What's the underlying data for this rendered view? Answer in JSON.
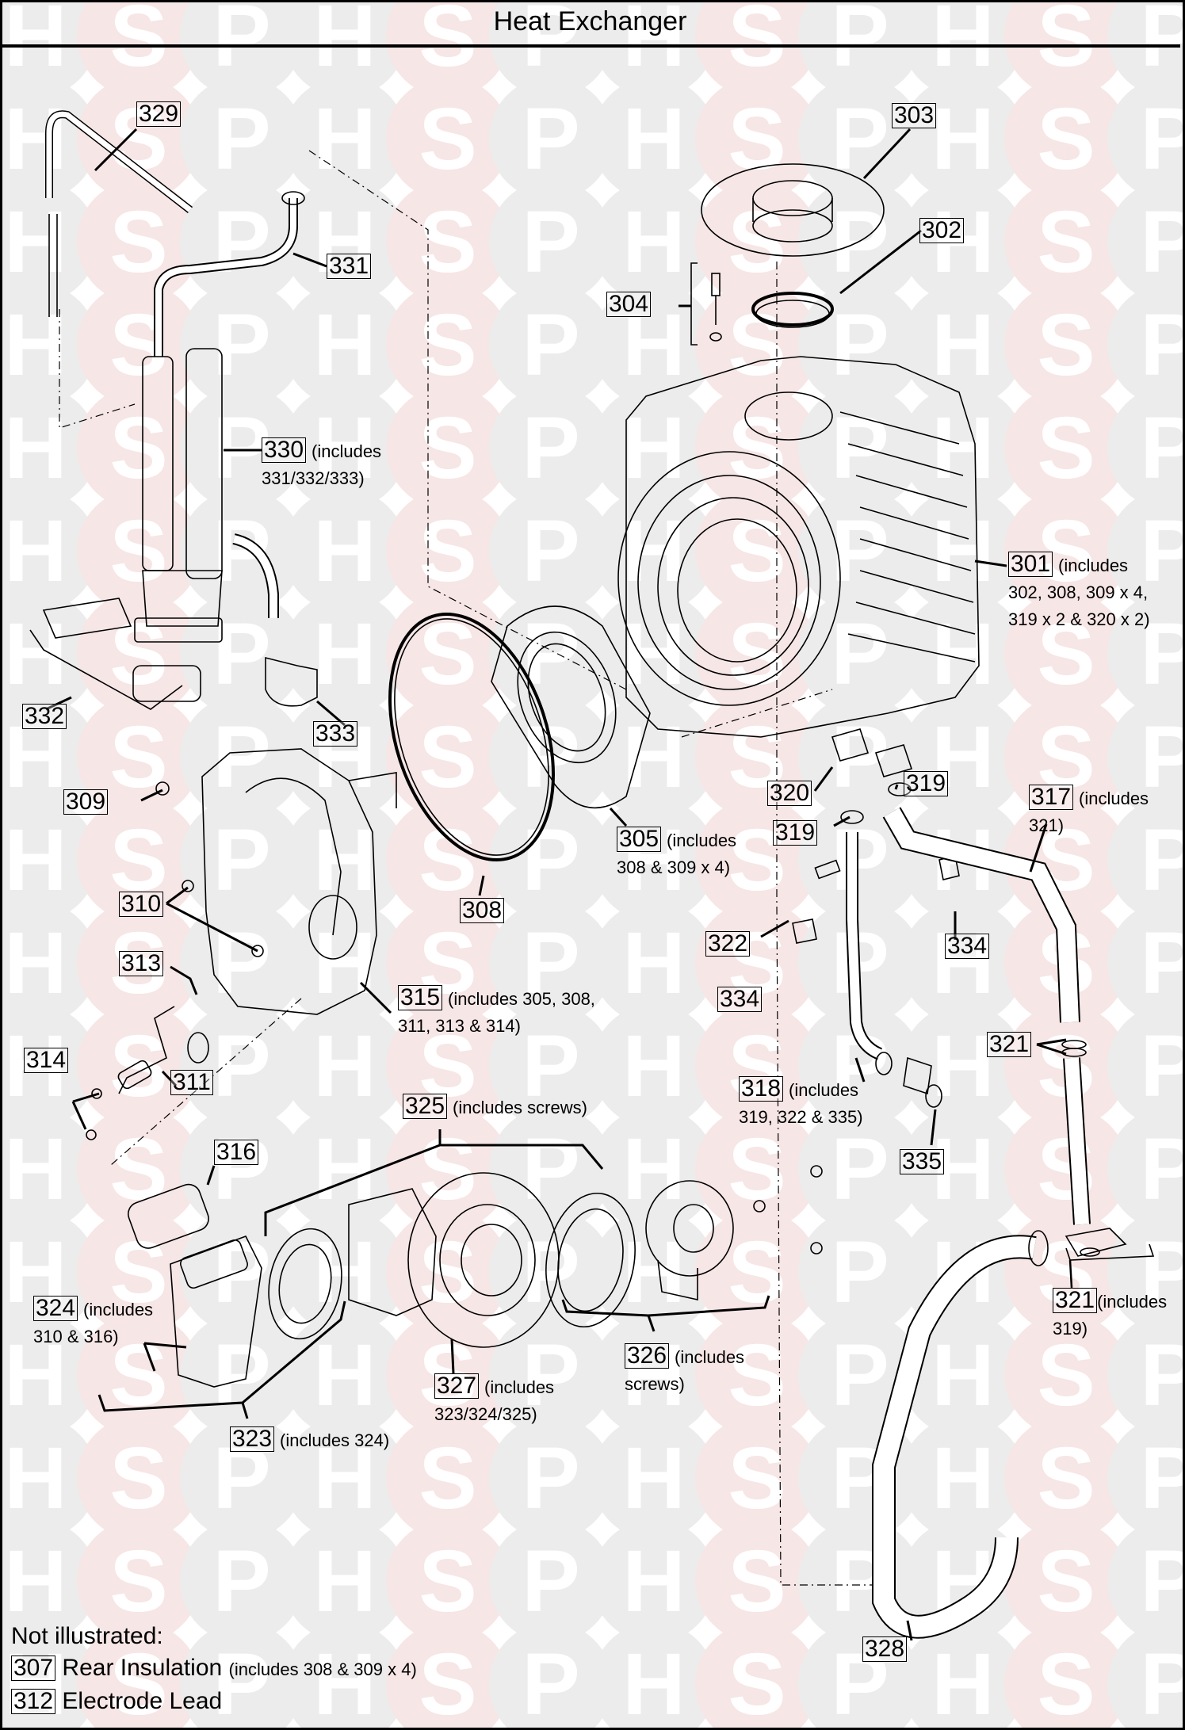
{
  "title": "Heat Exchanger",
  "watermark": {
    "letters": [
      "H",
      "S",
      "P"
    ],
    "colors": {
      "H": "#ececec",
      "S": "#f7e6e6",
      "P": "#ececec"
    }
  },
  "callouts": [
    {
      "id": "329",
      "note": "",
      "note2": ""
    },
    {
      "id": "331",
      "note": "",
      "note2": ""
    },
    {
      "id": "330",
      "note": "(includes",
      "note2": "331/332/333)"
    },
    {
      "id": "332",
      "note": "",
      "note2": ""
    },
    {
      "id": "333",
      "note": "",
      "note2": ""
    },
    {
      "id": "303",
      "note": "",
      "note2": ""
    },
    {
      "id": "302",
      "note": "",
      "note2": ""
    },
    {
      "id": "304",
      "note": "",
      "note2": ""
    },
    {
      "id": "301",
      "note": "(includes",
      "note2": "302, 308, 309 x 4,",
      "note3": "319 x 2 & 320 x 2)"
    },
    {
      "id": "309",
      "note": "",
      "note2": ""
    },
    {
      "id": "305",
      "note": "(includes",
      "note2": "308 & 309 x 4)"
    },
    {
      "id": "308",
      "note": "",
      "note2": ""
    },
    {
      "id": "320",
      "note": "",
      "note2": ""
    },
    {
      "id": "319",
      "note": "",
      "note2": ""
    },
    {
      "id": "319b",
      "label": "319",
      "note": "",
      "note2": ""
    },
    {
      "id": "317",
      "note": "(includes",
      "note2": "321)"
    },
    {
      "id": "310",
      "note": "",
      "note2": ""
    },
    {
      "id": "322",
      "note": "",
      "note2": ""
    },
    {
      "id": "334",
      "note": "",
      "note2": ""
    },
    {
      "id": "334b",
      "label": "334",
      "note": "",
      "note2": ""
    },
    {
      "id": "313",
      "note": "",
      "note2": ""
    },
    {
      "id": "315",
      "note": "(includes 305, 308,",
      "note2": "311, 313 & 314)"
    },
    {
      "id": "314",
      "note": "",
      "note2": ""
    },
    {
      "id": "311",
      "note": "",
      "note2": ""
    },
    {
      "id": "321",
      "note": "",
      "note2": ""
    },
    {
      "id": "318",
      "note": "(includes",
      "note2": "319, 322 & 335)"
    },
    {
      "id": "325",
      "note": "(includes screws)",
      "note2": ""
    },
    {
      "id": "335",
      "note": "",
      "note2": ""
    },
    {
      "id": "316",
      "note": "",
      "note2": ""
    },
    {
      "id": "324",
      "note": "(includes",
      "note2": "310 & 316)"
    },
    {
      "id": "326",
      "note": "(includes",
      "note2": "screws)"
    },
    {
      "id": "321b",
      "label": "321",
      "note": "(includes",
      "note2": "319)"
    },
    {
      "id": "327",
      "note": "(includes",
      "note2": "323/324/325)"
    },
    {
      "id": "323",
      "note": "(includes 324)",
      "note2": ""
    },
    {
      "id": "328",
      "note": "",
      "note2": ""
    }
  ],
  "not_illustrated": {
    "heading": "Not illustrated:",
    "items": [
      {
        "id": "307",
        "name": "Rear Insulation",
        "note": "(includes 308 & 309 x 4)"
      },
      {
        "id": "312",
        "name": "Electrode Lead",
        "note": ""
      }
    ]
  }
}
